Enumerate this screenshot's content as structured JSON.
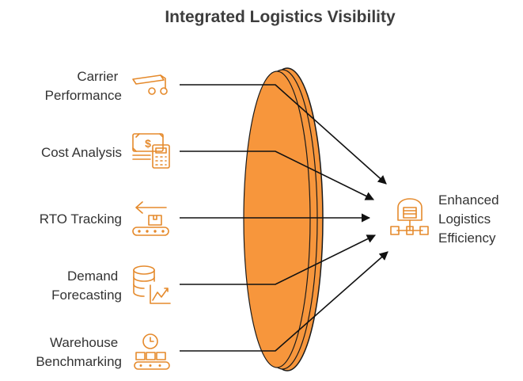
{
  "title": "Integrated Logistics Visibility",
  "inputs": [
    {
      "lines": [
        "Carrier",
        "Performance"
      ],
      "icon": "conveyor-icon"
    },
    {
      "lines": [
        "Cost Analysis"
      ],
      "icon": "money-calculator-icon"
    },
    {
      "lines": [
        "RTO Tracking"
      ],
      "icon": "return-package-icon"
    },
    {
      "lines": [
        "Demand",
        "Forecasting"
      ],
      "icon": "database-trend-icon"
    },
    {
      "lines": [
        "Warehouse",
        "Benchmarking"
      ],
      "icon": "clock-boxes-icon"
    }
  ],
  "output": {
    "lines": [
      "Enhanced",
      "Logistics",
      "Efficiency"
    ],
    "icon": "warehouse-network-icon"
  },
  "colors": {
    "lens": "#f7963c",
    "lens_edge": "#1a1a1a",
    "icon": "#e58a2c",
    "arrow": "#111111"
  }
}
